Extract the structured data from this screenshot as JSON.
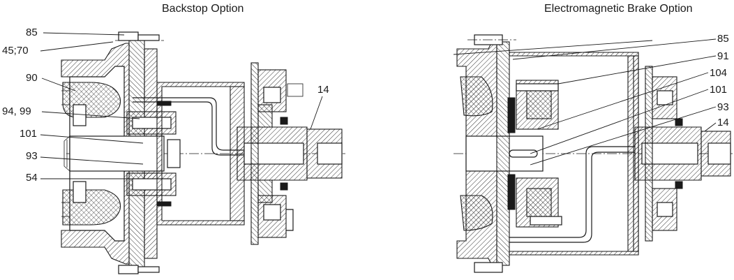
{
  "left_drawing": {
    "title": "Backstop Option",
    "callouts": [
      "85",
      "45;70",
      "90",
      "94, 99",
      "101",
      "93",
      "54",
      "14"
    ]
  },
  "right_drawing": {
    "title": "Electromagnetic Brake Option",
    "callouts": [
      "85",
      "91",
      "104",
      "101",
      "93",
      "14"
    ]
  }
}
